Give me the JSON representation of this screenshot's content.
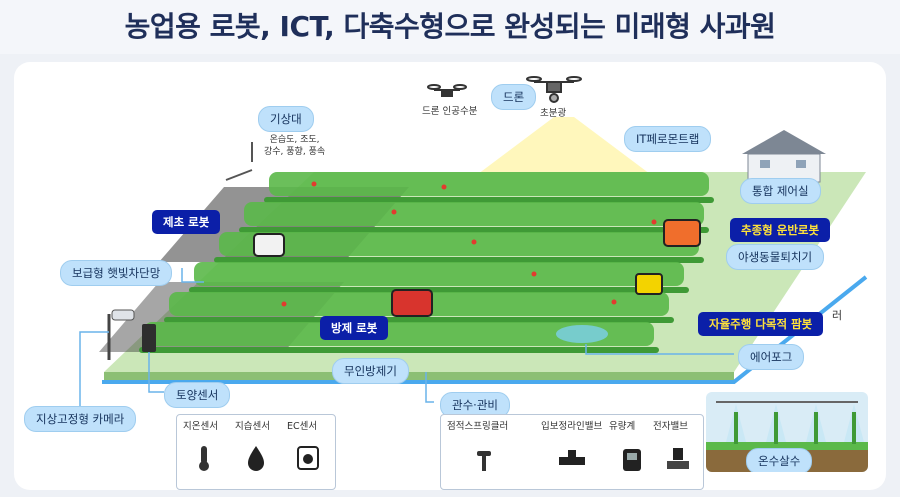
{
  "title": "농업용 로봇, ICT, 다축수형으로 완성되는 미래형 사과원",
  "labels": {
    "drone": "드론",
    "drone_water": "드론 인공수분",
    "drone_spray": "초분광",
    "weather": "기상대",
    "weather_items": "온습도, 조도,\n강수, 풍향, 풍속",
    "it_trap": "IT페로몬트랩",
    "control": "통합 제어실",
    "weeding_robot": "제초 로봇",
    "carrier_robot": "추종형 운반로봇",
    "wildlife": "야생동물퇴치기",
    "shade": "보급형 햇빛차단망",
    "sprayer_robot": "방제 로봇",
    "autonomous_pump": "자율주행 다목적 팜봇",
    "aerial_fog": "에어포그",
    "cut_right": "러",
    "unmanned_sprayer": "무인방제기",
    "soil_sensor": "토양센서",
    "irrigation": "관수·관비",
    "fixed_camera": "지상고정형 카메라",
    "warm_water": "온수살수"
  },
  "soil_sensors": [
    "지온센서",
    "지습센서",
    "EC센서"
  ],
  "irrigation_items": [
    "점적스프링클러",
    "입보정라인밸브",
    "유량계",
    "전자밸브"
  ],
  "colors": {
    "title": "#1f2f5a",
    "light_label": "#bfe1fb",
    "dark_label": "#0b1fa8",
    "dark_label_text_yellow": "#ffe23a",
    "field": "#cbe7b8",
    "pipe": "#4aa9ee"
  },
  "icons": [
    "drone-icon",
    "weather-station-icon",
    "house-icon",
    "thermometer-icon",
    "water-drop-icon",
    "ec-sensor-icon",
    "sprinkler-icon",
    "valve-icon",
    "flow-meter-icon",
    "solenoid-valve-icon",
    "camera-icon"
  ]
}
